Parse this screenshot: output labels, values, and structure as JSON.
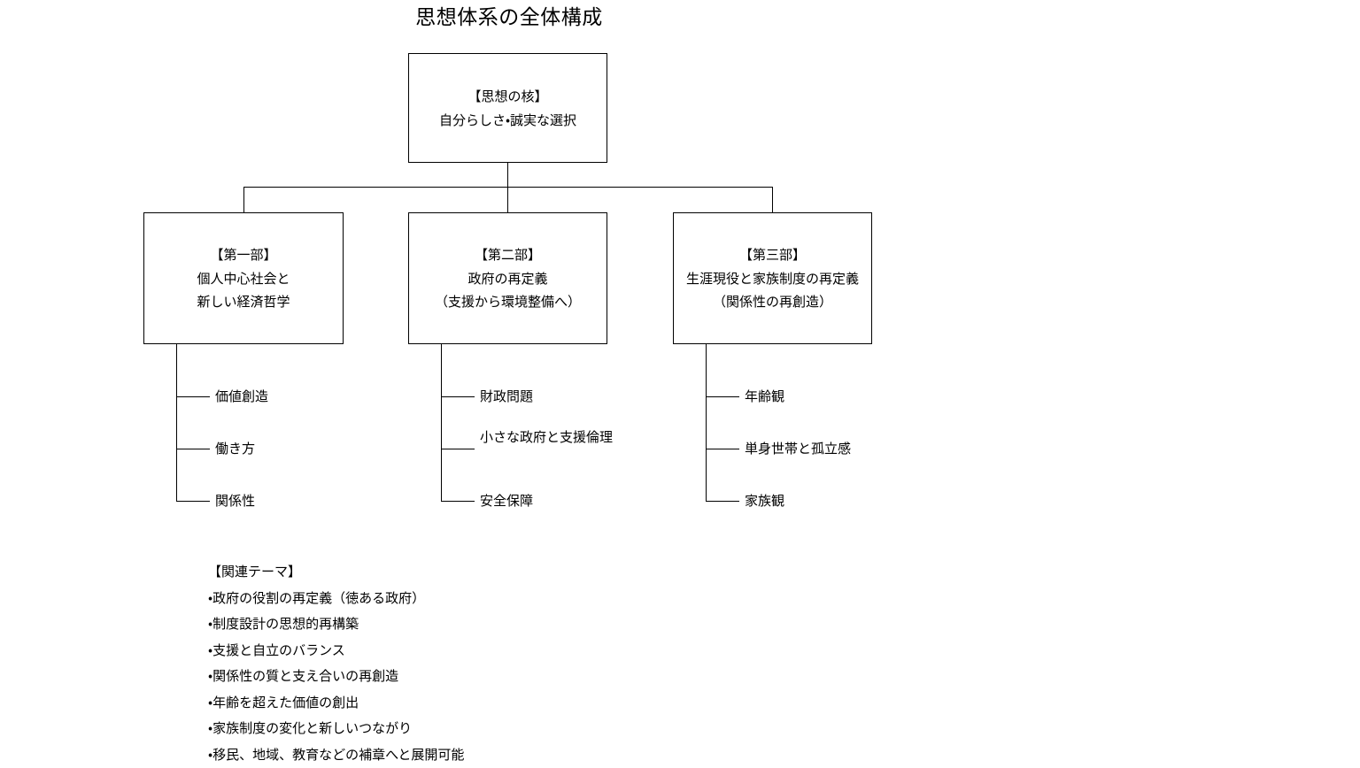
{
  "diagram": {
    "title": "思想体系の全体構成",
    "type": "org-tree",
    "root": {
      "title": "【思想の核】",
      "subtitle": "自分らしさ・誠実な選択"
    },
    "parts": [
      {
        "title": "【第一部】",
        "line2": "個人中心社会と",
        "line3": "新しい経済哲学",
        "children": [
          "価値創造",
          "働き方",
          "関係性"
        ]
      },
      {
        "title": "【第二部】",
        "line2": "政府の再定義",
        "line3": "（支援から環境整備へ）",
        "children": [
          "財政問題",
          "小さな政府と支援倫理",
          "安全保障"
        ]
      },
      {
        "title": "【第三部】",
        "line2": "生涯現役と家族制度の再定義",
        "line3": "（関係性の再創造）",
        "children": [
          "年齢観",
          "単身世帯と孤立感",
          "家族観"
        ]
      }
    ],
    "related_themes": {
      "heading": "【関連テーマ】",
      "items": [
        "・政府の役割の再定義（徳ある政府）",
        "・制度設計の思想的再構築",
        "・支援と自立のバランス",
        "・関係性の質と支え合いの再創造",
        "・年齢を超えた価値の創出",
        "・家族制度の変化と新しいつながり",
        "・移民、地域、教育などの補章へと展開可能"
      ]
    },
    "colors": {
      "background": "#ffffff",
      "line": "#000000",
      "text": "#000000"
    }
  }
}
